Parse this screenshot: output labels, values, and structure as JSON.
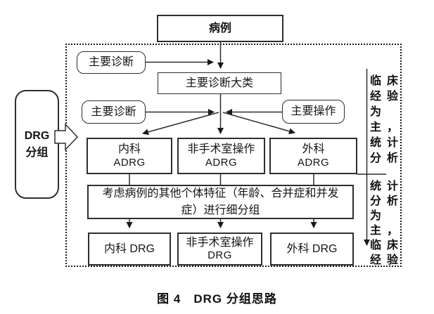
{
  "caption": "图 4　DRG 分组思路",
  "boxes": {
    "case": "病例",
    "primary_diagnosis_top": "主要诊断",
    "major_diagnosis_category": "主要诊断大类",
    "primary_diagnosis": "主要诊断",
    "primary_operation": "主要操作",
    "internal_adrg": {
      "line1": "内科",
      "line2": "ADRG"
    },
    "non_or_adrg": {
      "line1": "非手术室操作",
      "line2": "ADRG"
    },
    "surgical_adrg": {
      "line1": "外科",
      "line2": "ADRG"
    },
    "subdivision": {
      "line1": "考虑病例的其他个体特征（年龄、合并症和并发",
      "line2": "症）进行细分组"
    },
    "internal_drg": "内科 DRG",
    "non_or_drg": {
      "line1": "非手术室操作",
      "line2": "DRG"
    },
    "surgical_drg": "外科 DRG",
    "drg_grouping": {
      "line1": "DRG",
      "line2": "分组"
    }
  },
  "side_annotation": {
    "top_rows": [
      "临床",
      "经验",
      "为",
      "主，",
      "统计",
      "分析"
    ],
    "bottom_rows": [
      "统计",
      "分析",
      "为",
      "主，",
      "临床",
      "经验"
    ]
  },
  "colors": {
    "line": "#2d2d2d",
    "dotted_frame": "#1a1a1a",
    "text": "#111111"
  }
}
